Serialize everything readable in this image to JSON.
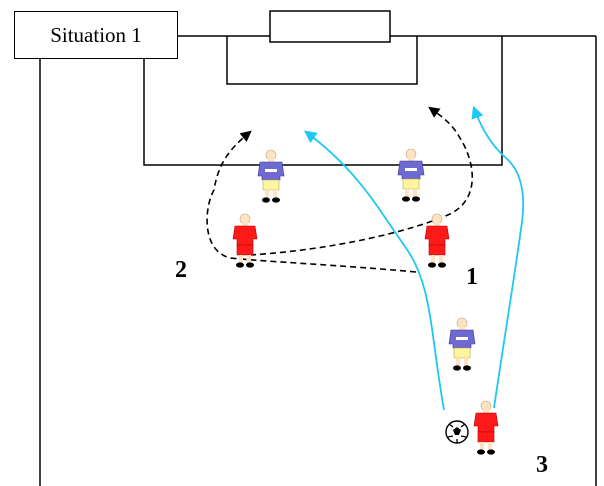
{
  "title": "Situation 1",
  "numbers": {
    "n1": "1",
    "n2": "2",
    "n3": "3"
  },
  "colors": {
    "line": "#000000",
    "run_path": "#1ec8f0",
    "pass_path": "#000000",
    "attacker_shirt": "#ff1a1a",
    "defender_shirt": "#6e6ad2",
    "defender_shorts": "#fff5a0",
    "skin": "#fde3c2"
  },
  "players": {
    "attackers": 3,
    "defenders": 3,
    "ball": 1
  }
}
